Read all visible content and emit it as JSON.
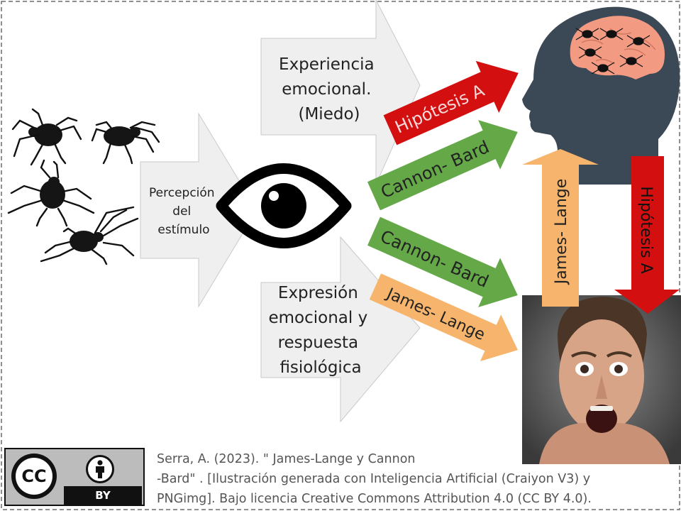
{
  "labels": {
    "perception": [
      "Percepción",
      "del",
      "estímulo"
    ],
    "experience": [
      "Experiencia",
      "emocional.",
      "(Miedo)"
    ],
    "expression": [
      "Expresión",
      "emocional y",
      "respuesta",
      "fisiológica"
    ]
  },
  "arrows": {
    "hipotesis_top": "Hipótesis A",
    "cannon_upper": "Cannon- Bard",
    "cannon_lower": "Cannon- Bard",
    "james_lower": "James- Lange",
    "james_vertical": "James- Lange",
    "hipotesis_vertical": "Hipótesis A"
  },
  "citation": {
    "line1": "Serra, A. (2023). \" James-Lange y Cannon",
    "line2": "-Bard\" . [Ilustración generada con  Inteligencia Artificial (Craiyon V3) y",
    "line3": "PNGimg].  Bajo licencia Creative Commons Attribution 4.0 (CC  BY 4.0)."
  },
  "badge": {
    "cc": "CC",
    "by": "BY"
  },
  "colors": {
    "red": "#d40f10",
    "green": "#64a848",
    "orange": "#f6b46c",
    "gray_arrow": "#efefef",
    "head": "#3b4856",
    "brain": "#f39a82"
  }
}
